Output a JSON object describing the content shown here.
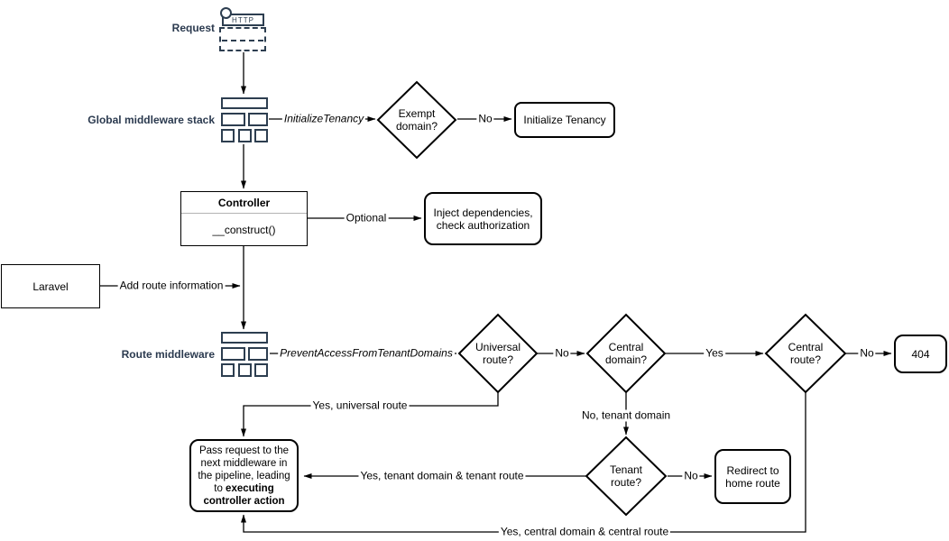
{
  "diagram": {
    "request": {
      "label": "Request",
      "icon_text": "HTTP"
    },
    "global_middleware": {
      "label": "Global middleware stack"
    },
    "route_middleware": {
      "label": "Route middleware"
    },
    "laravel": {
      "label": "Laravel"
    },
    "controller": {
      "title": "Controller",
      "method": "__construct()"
    },
    "decisions": {
      "exempt_domain": "Exempt domain?",
      "universal_route": "Universal route?",
      "central_domain": "Central domain?",
      "central_route": "Central route?",
      "tenant_route": "Tenant route?"
    },
    "outcomes": {
      "initialize_tenancy": "Initialize Tenancy",
      "inject_dependencies": "Inject dependencies, check authorization",
      "not_found": "404",
      "redirect_home": "Redirect to home route",
      "pass_request_text": "Pass request to the next middleware in the pipeline, leading to ",
      "pass_request_bold": "executing controller action"
    },
    "edge_labels": {
      "initialize_tenancy_middleware": "InitializeTenancy",
      "prevent_access_middleware": "PreventAccessFromTenantDomains",
      "exempt_no": "No",
      "optional": "Optional",
      "add_route_information": "Add route information",
      "universal_no": "No",
      "central_domain_yes": "Yes",
      "central_route_no": "No",
      "universal_yes": "Yes, universal route",
      "tenant_domain_no": "No, tenant domain",
      "tenant_route_no": "No",
      "tenant_yes": "Yes, tenant domain & tenant route",
      "central_yes": "Yes, central domain & central route"
    },
    "colors": {
      "label_navy": "#2B3A4F",
      "icon_navy": "#2D3E50",
      "shape_border": "#000000",
      "line": "#000000",
      "background": "#FFFFFF"
    }
  }
}
